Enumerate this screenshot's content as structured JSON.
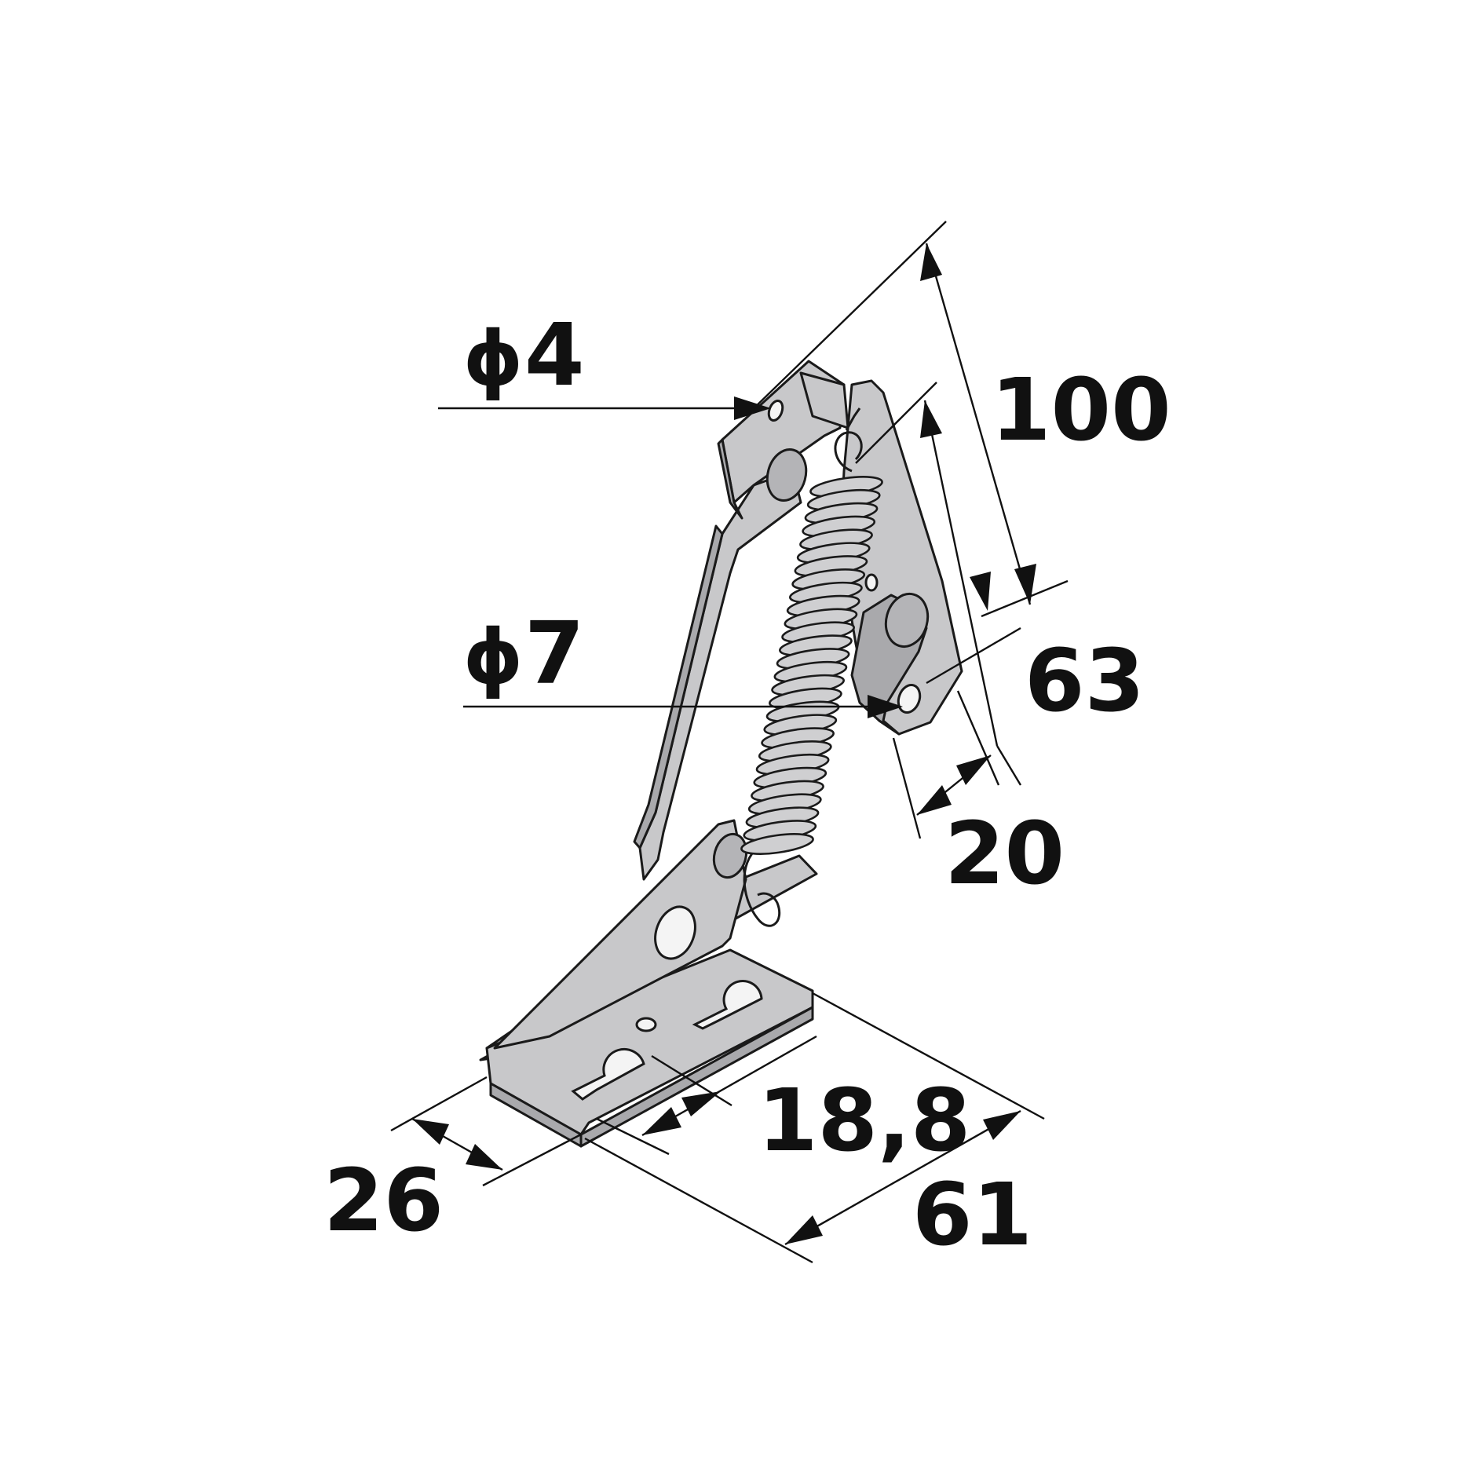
{
  "drawing": {
    "subject": "spring-loaded flap hinge",
    "colors": {
      "metal": "#c8c8ca",
      "metal_shadow": "#a9a9ac",
      "ink": "#111111"
    }
  },
  "dimensions": {
    "hole_small_diameter": {
      "symbol": "ϕ",
      "value": "4"
    },
    "hole_large_diameter": {
      "symbol": "ϕ",
      "value": "7"
    },
    "arm_length": "100",
    "arm_hole_spacing": "63",
    "arm_width": "20",
    "base_slot_spacing": "18,8",
    "base_length": "61",
    "base_width": "26"
  }
}
